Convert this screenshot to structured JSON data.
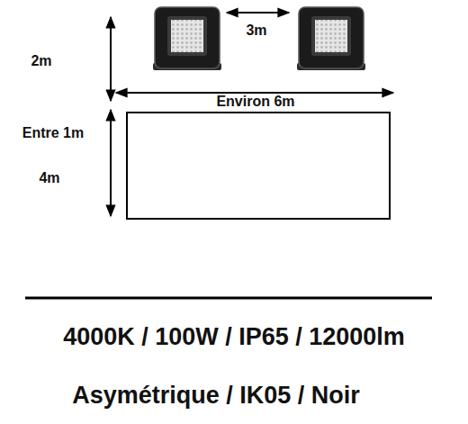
{
  "diagram": {
    "labels": [
      "3m",
      "2m",
      "Environ 6m",
      "Entre 1m",
      "4m",
      "4000K / 100W / IP65 / 12000lm",
      "Asymétrique / IK05 / Noir"
    ]
  }
}
